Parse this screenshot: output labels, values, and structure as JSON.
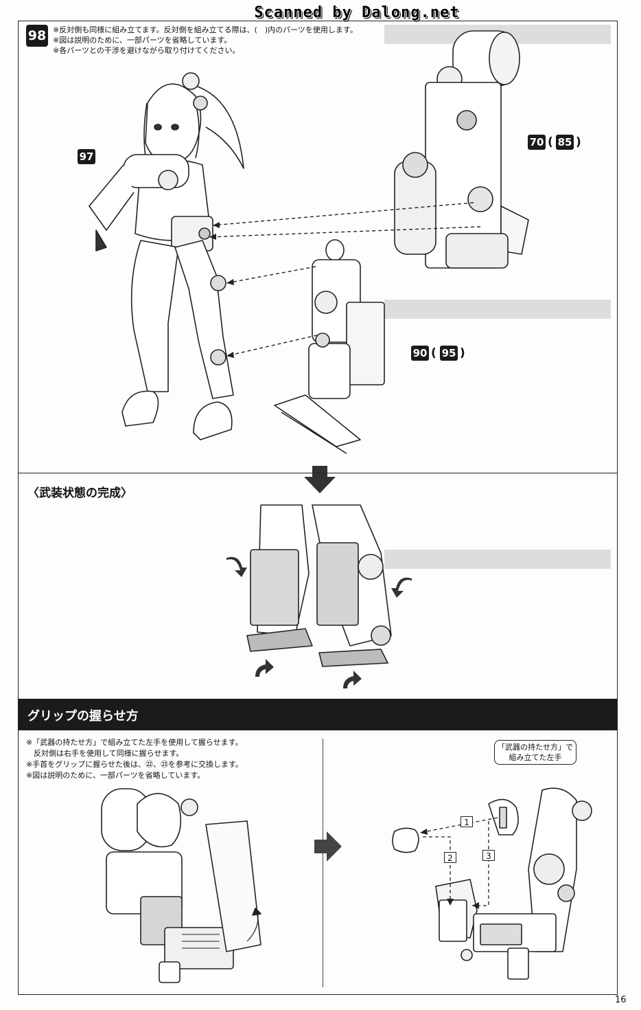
{
  "watermark": "Scanned by Dalong.net",
  "step": {
    "number": "98",
    "notes": [
      "※反対側も同様に組み立てます。反対側を組み立てる際は、(　)内のパーツを使用します。",
      "※図は説明のために、一部パーツを省略しています。",
      "※各パーツとの干渉を避けながら取り付けてください。"
    ]
  },
  "parts": {
    "figure": "97",
    "upper_part": "70",
    "upper_part_alt": "85",
    "leg_part": "90",
    "leg_part_alt": "95"
  },
  "sections": {
    "armed_complete": "〈武装状態の完成〉",
    "grip_title": "グリップの握らせ方"
  },
  "grip": {
    "notes": [
      "※「武器の持たせ方」で組み立てた左手を使用して握らせます。",
      "　反対側は右手を使用して同様に握らせます。",
      "※手首をグリップに握らせた後は、㉒、㉓を参考に交換します。",
      "※図は説明のために、一部パーツを省略しています。"
    ],
    "callout_line1": "「武器の持たせ方」で",
    "callout_line2": "組み立てた左手",
    "steps": [
      "1",
      "2",
      "3"
    ]
  },
  "page_number": "16"
}
